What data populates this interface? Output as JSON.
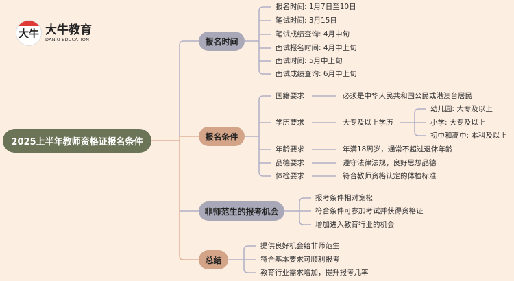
{
  "logo": {
    "mark": "大牛",
    "name": "大牛教育",
    "subtitle": "DANIU EDUCATION"
  },
  "root": "2025上半年教师资格证报名条件",
  "branches": [
    {
      "label": "报名时间",
      "items": [
        "报名时间: 1月7日至10日",
        "笔试时间: 3月15日",
        "笔试成绩查询: 4月中旬",
        "面试报名时间: 4月中上旬",
        "面试时间: 5月中上旬",
        "面试成绩查询: 6月中上旬"
      ]
    },
    {
      "label": "报名条件",
      "items": [
        {
          "label": "国籍要求",
          "value": "必须是中华人民共和国公民或港澳台居民"
        },
        {
          "label": "学历要求",
          "value": "大专及以上学历",
          "sub": [
            "幼儿园: 大专及以上",
            "小学: 大专及以上",
            "初中和高中: 本科及以上"
          ]
        },
        {
          "label": "年龄要求",
          "value": "年满18周岁，通常不超过退休年龄"
        },
        {
          "label": "品德要求",
          "value": "遵守法律法规，良好思想品德"
        },
        {
          "label": "体检要求",
          "value": "符合教师资格认定的体检标准"
        }
      ]
    },
    {
      "label": "非师范生的报考机会",
      "items": [
        "报考条件相对宽松",
        "符合条件可参加考试并获得资格证",
        "增加进入教育行业的机会"
      ]
    },
    {
      "label": "总结",
      "items": [
        "提供良好机会给非师范生",
        "符合基本要求可顺利报考",
        "教育行业需求增加，提升报考几率"
      ]
    }
  ]
}
